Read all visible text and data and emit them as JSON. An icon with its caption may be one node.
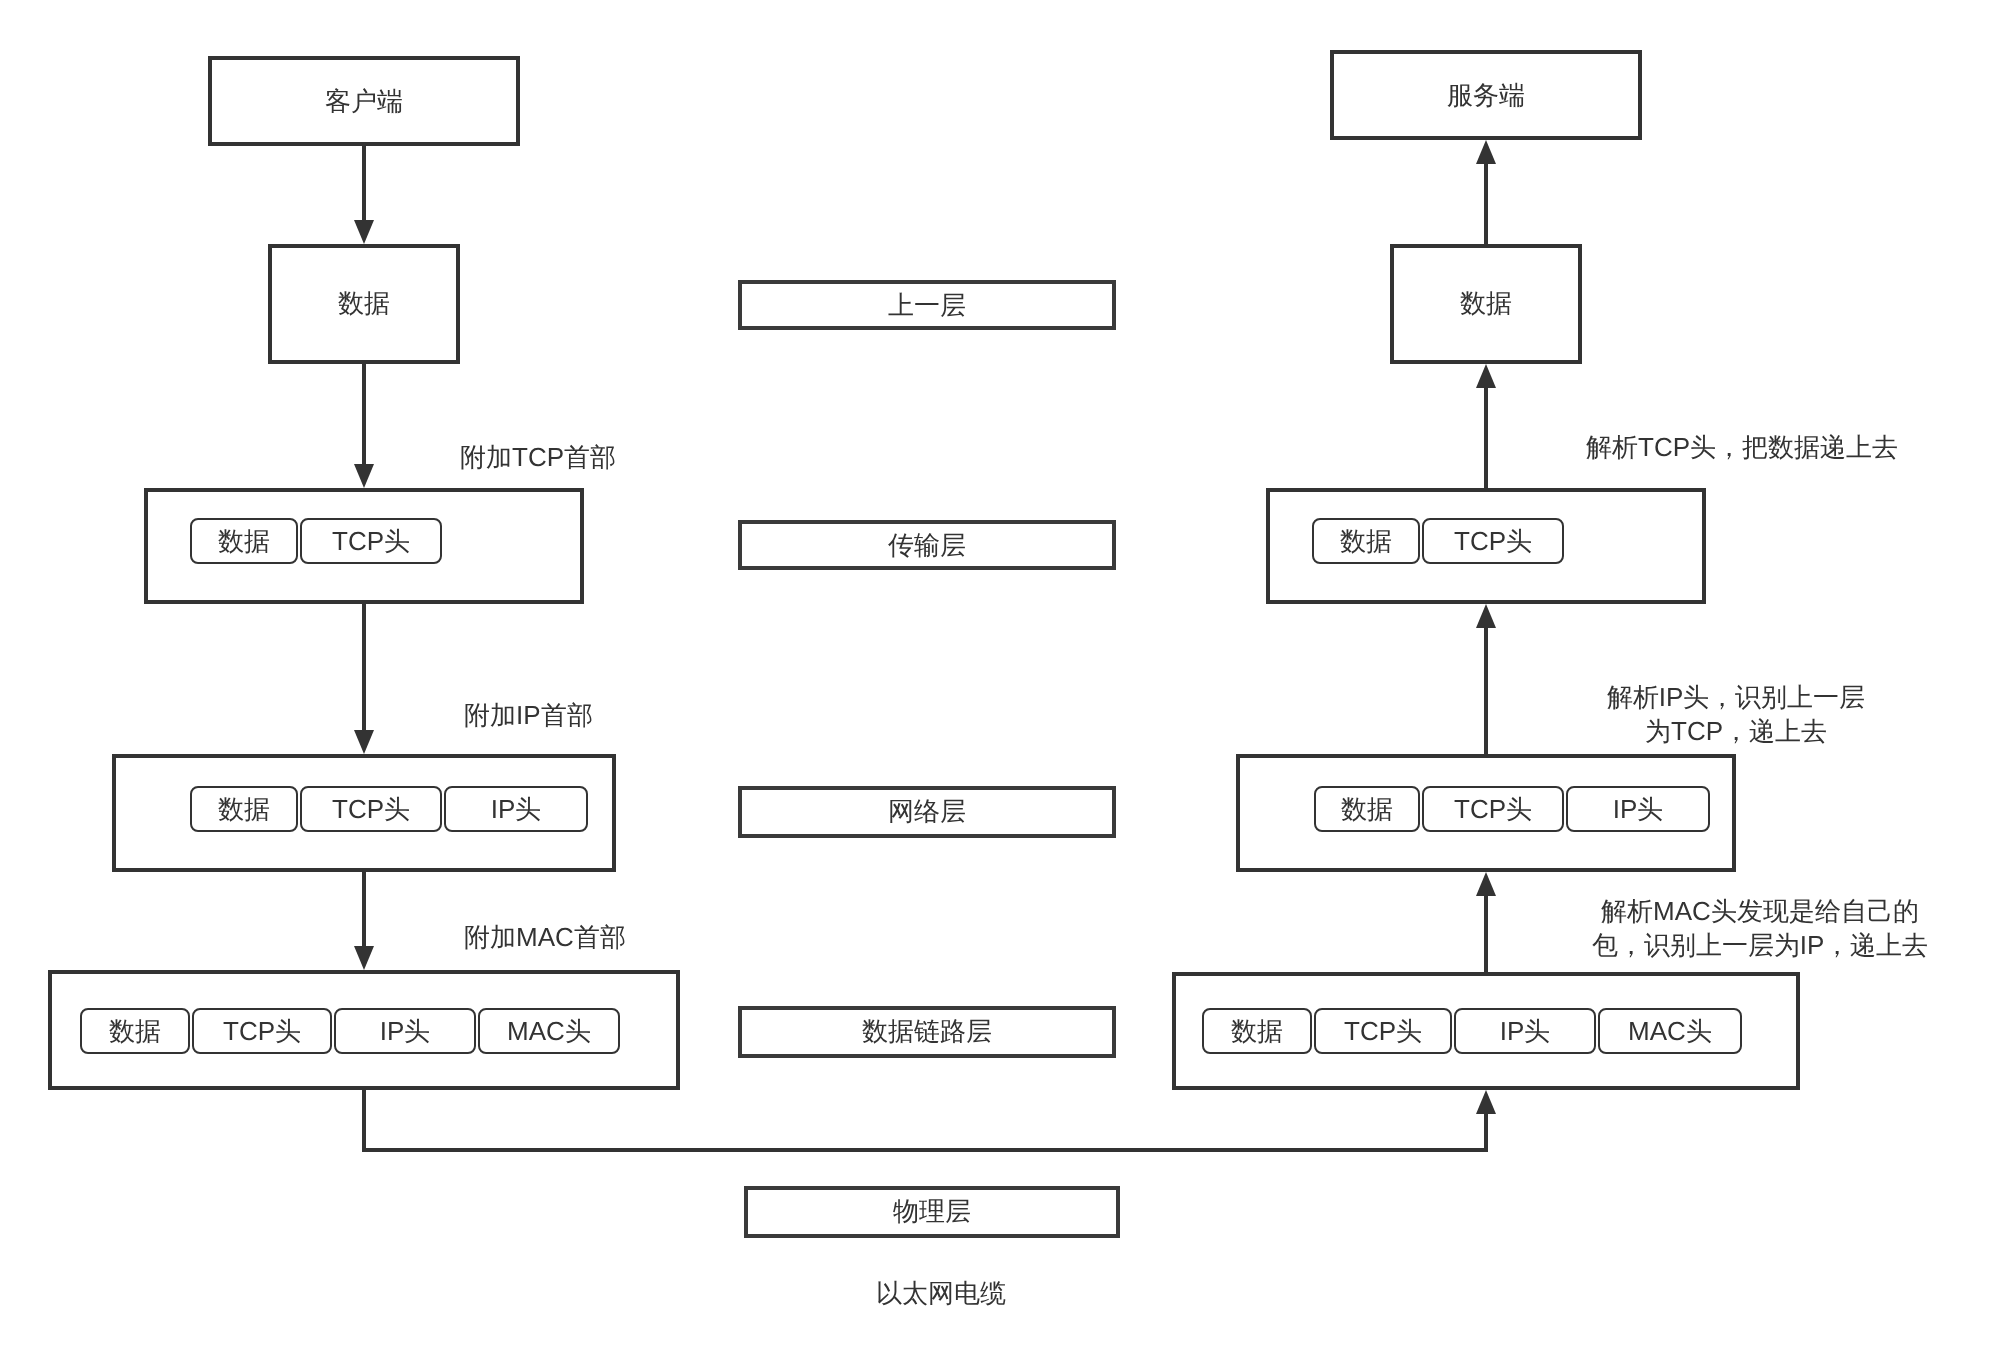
{
  "diagram": {
    "nodes": [
      {
        "text": [
          "客户端"
        ]
      },
      {
        "text": [
          "服务端"
        ]
      },
      {
        "text": [
          "数据"
        ]
      },
      {
        "text": [
          "上一层"
        ]
      },
      {
        "text": [
          "数据"
        ]
      },
      {
        "text": [],
        "shape": "box"
      },
      {
        "text": [
          "数据"
        ],
        "in": 5
      },
      {
        "text": [
          "TCP头"
        ],
        "in": 5
      },
      {
        "text": [
          "传输层"
        ]
      },
      {
        "text": [],
        "shape": "box"
      },
      {
        "text": [
          "数据"
        ],
        "in": 9
      },
      {
        "text": [
          "TCP头"
        ],
        "in": 9
      },
      {
        "text": [],
        "shape": "box"
      },
      {
        "text": [
          "数据"
        ],
        "in": 12
      },
      {
        "text": [
          "TCP头"
        ],
        "in": 12
      },
      {
        "text": [
          "IP头"
        ],
        "in": 12
      },
      {
        "text": [
          "网络层"
        ]
      },
      {
        "text": [],
        "shape": "box"
      },
      {
        "text": [
          "数据"
        ],
        "in": 17
      },
      {
        "text": [
          "TCP头"
        ],
        "in": 17
      },
      {
        "text": [
          "IP头"
        ],
        "in": 17
      },
      {
        "text": [],
        "shape": "box"
      },
      {
        "text": [
          "数据"
        ],
        "in": 21
      },
      {
        "text": [
          "TCP头"
        ],
        "in": 21
      },
      {
        "text": [
          "IP头"
        ],
        "in": 21
      },
      {
        "text": [
          "MAC头"
        ],
        "in": 21
      },
      {
        "text": [
          "数据链路层"
        ]
      },
      {
        "text": [],
        "shape": "box"
      },
      {
        "text": [
          "数据"
        ],
        "in": 27
      },
      {
        "text": [
          "TCP头"
        ],
        "in": 27
      },
      {
        "text": [
          "IP头"
        ],
        "in": 27
      },
      {
        "text": [
          "MAC头"
        ],
        "in": 27
      },
      {
        "text": [
          "物理层"
        ]
      }
    ],
    "edges": [
      {
        "from": 0,
        "to": 2,
        "arrow": "to"
      },
      {
        "from": 2,
        "to": 5,
        "arrow": "to",
        "label": "附加TCP首部"
      },
      {
        "from": 5,
        "to": 12,
        "arrow": "to",
        "label": "附加IP首部"
      },
      {
        "from": 12,
        "to": 21,
        "arrow": "to",
        "label": "附加MAC首部"
      },
      {
        "from": 21,
        "to": 27,
        "arrow": "to"
      },
      {
        "from": 27,
        "to": 17,
        "arrow": "to",
        "label": "解析MAC头发现是给自己的包，识别上一层为IP，递上去"
      },
      {
        "from": 17,
        "to": 9,
        "arrow": "to",
        "label": "解析IP头，识别上一层为TCP，递上去"
      },
      {
        "from": 9,
        "to": 4,
        "arrow": "to",
        "label": "解析TCP头，把数据递上去"
      },
      {
        "from": 4,
        "to": 1,
        "arrow": "to"
      }
    ],
    "labels": [
      "以太网电缆"
    ]
  }
}
